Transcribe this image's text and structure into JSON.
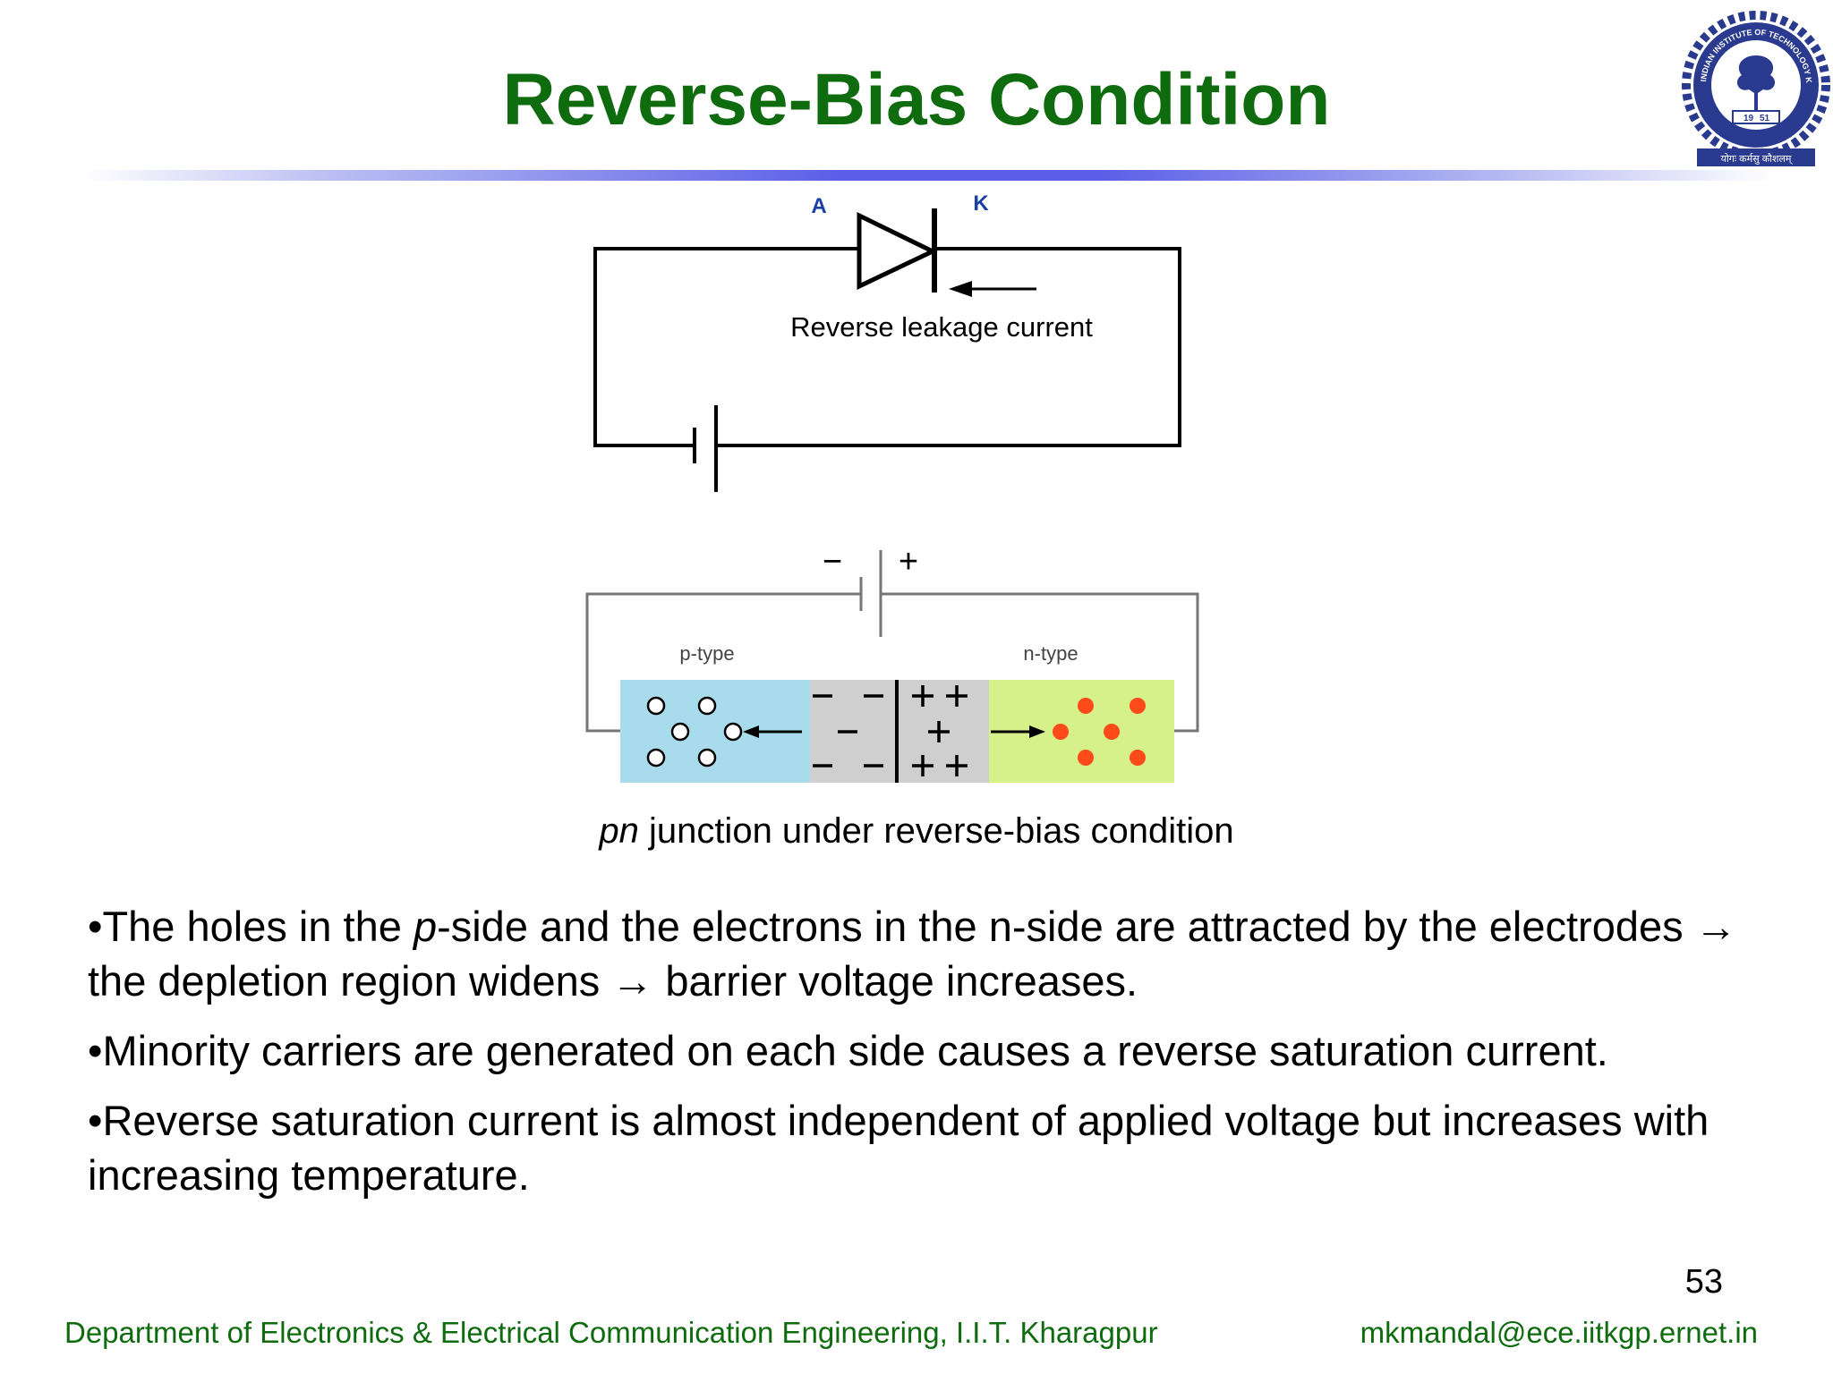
{
  "title": "Reverse-Bias Condition",
  "colors": {
    "title": "#0e6b0e",
    "footer": "#0e6b0e",
    "p_region": "#a8dcec",
    "depletion": "#cfcfcf",
    "n_region": "#d6f08a",
    "electron": "#ff4a1a",
    "terminal_label": "#1a3fa8",
    "logo": "#2a3a8f"
  },
  "logo": {
    "ring_text": "INDIAN INSTITUTE OF TECHNOLOGY KHARAGPUR",
    "year_left": "19",
    "year_right": "51",
    "motto": "योगः कर्मसु कौशलम्"
  },
  "figure1": {
    "anode_label": "A",
    "cathode_label": "K",
    "current_label": "Reverse leakage current"
  },
  "figure2": {
    "minus_sign": "−",
    "plus_sign": "+",
    "p_label": "p-type",
    "n_label": "n-type"
  },
  "caption": {
    "italic": "pn",
    "rest": " junction under reverse-bias condition"
  },
  "bullets": {
    "b1_pre": "•The holes in the ",
    "b1_italic": "p",
    "b1_mid": "-side and the electrons in the n-side are attracted by the electrodes ",
    "arrow1": "→",
    "b1_mid2": " the depletion region widens ",
    "arrow2": "→",
    "b1_post": " barrier voltage increases.",
    "b2": "•Minority carriers are generated on each side causes a reverse saturation current.",
    "b3": "•Reverse saturation current is almost independent of applied voltage but increases with increasing temperature."
  },
  "page_number": "53",
  "footer": {
    "department": "Department of Electronics & Electrical Communication Engineering, I.I.T. Kharagpur",
    "email": "mkmandal@ece.iitkgp.ernet.in"
  }
}
